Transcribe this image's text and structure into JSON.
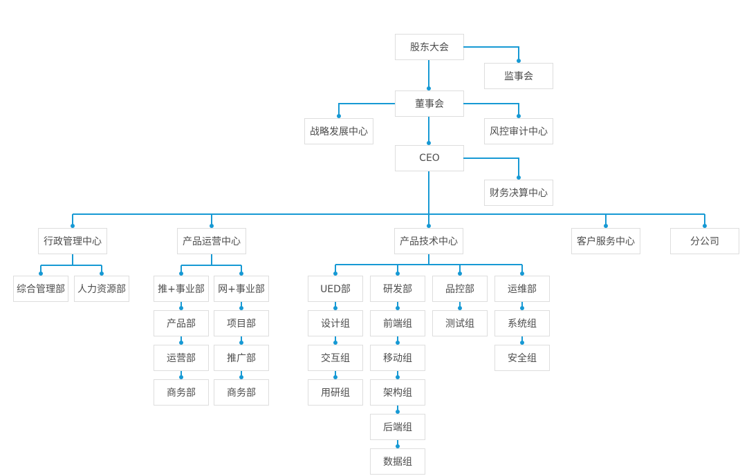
{
  "diagram": {
    "type": "organization-chart",
    "accent_color": "#1699d4",
    "node_border_color": "#dddddd",
    "text_color": "#4c4c4c",
    "root": "shareholders",
    "nodes": {
      "shareholders": {
        "label": "股东大会",
        "children": [
          "supervisory",
          "board"
        ]
      },
      "supervisory": {
        "label": "监事会",
        "children": []
      },
      "board": {
        "label": "董事会",
        "children": [
          "strategy",
          "risk",
          "ceo"
        ]
      },
      "strategy": {
        "label": "战略发展中心",
        "children": []
      },
      "risk": {
        "label": "风控审计中心",
        "children": []
      },
      "ceo": {
        "label": "CEO",
        "children": [
          "finance",
          "admin",
          "ops",
          "tech",
          "service",
          "branch"
        ]
      },
      "finance": {
        "label": "财务决算中心",
        "children": []
      },
      "admin": {
        "label": "行政管理中心",
        "children": [
          "admin_general",
          "admin_hr"
        ]
      },
      "admin_general": {
        "label": "综合管理部",
        "children": []
      },
      "admin_hr": {
        "label": "人力资源部",
        "children": []
      },
      "ops": {
        "label": "产品运营中心",
        "children": [
          "ops_tui",
          "ops_wang"
        ]
      },
      "ops_tui": {
        "label": "推+事业部",
        "children": [
          "tui_product",
          "tui_operation",
          "tui_business"
        ]
      },
      "tui_product": {
        "label": "产品部",
        "children": []
      },
      "tui_operation": {
        "label": "运营部",
        "children": []
      },
      "tui_business": {
        "label": "商务部",
        "children": []
      },
      "ops_wang": {
        "label": "网+事业部",
        "children": [
          "wang_project",
          "wang_promotion",
          "wang_business"
        ]
      },
      "wang_project": {
        "label": "项目部",
        "children": []
      },
      "wang_promotion": {
        "label": "推广部",
        "children": []
      },
      "wang_business": {
        "label": "商务部",
        "children": []
      },
      "tech": {
        "label": "产品技术中心",
        "children": [
          "ued",
          "rd",
          "qc",
          "devops"
        ]
      },
      "ued": {
        "label": "UED部",
        "children": [
          "ued_design",
          "ued_interaction",
          "ued_research"
        ]
      },
      "ued_design": {
        "label": "设计组",
        "children": []
      },
      "ued_interaction": {
        "label": "交互组",
        "children": []
      },
      "ued_research": {
        "label": "用研组",
        "children": []
      },
      "rd": {
        "label": "研发部",
        "children": [
          "rd_frontend",
          "rd_mobile",
          "rd_architecture",
          "rd_backend",
          "rd_data"
        ]
      },
      "rd_frontend": {
        "label": "前端组",
        "children": []
      },
      "rd_mobile": {
        "label": "移动组",
        "children": []
      },
      "rd_architecture": {
        "label": "架构组",
        "children": []
      },
      "rd_backend": {
        "label": "后端组",
        "children": []
      },
      "rd_data": {
        "label": "数据组",
        "children": []
      },
      "qc": {
        "label": "品控部",
        "children": [
          "qc_test"
        ]
      },
      "qc_test": {
        "label": "测试组",
        "children": []
      },
      "devops": {
        "label": "运维部",
        "children": [
          "devops_system",
          "devops_security"
        ]
      },
      "devops_system": {
        "label": "系统组",
        "children": []
      },
      "devops_security": {
        "label": "安全组",
        "children": []
      },
      "service": {
        "label": "客户服务中心",
        "children": []
      },
      "branch": {
        "label": "分公司",
        "children": []
      }
    }
  }
}
